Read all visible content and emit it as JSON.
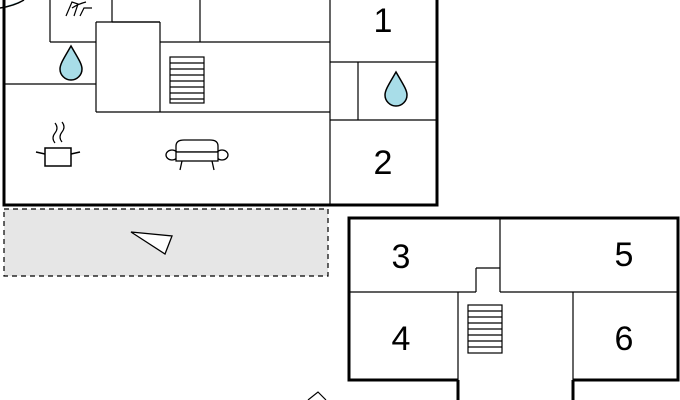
{
  "rooms": {
    "room_1": "1",
    "room_2": "2",
    "room_3": "3",
    "room_4": "4",
    "room_5": "5",
    "room_6": "6"
  },
  "icons": {
    "bath": "bathtub-icon",
    "water_1": "water-drop-icon",
    "water_2": "water-drop-icon",
    "stairs_1": "stairs-icon",
    "stairs_2": "stairs-icon",
    "cooking": "cooking-pot-icon",
    "sofa": "sofa-icon",
    "terrace_arrow": "direction-arrow-icon",
    "compass": "compass-icon"
  },
  "colors": {
    "water": "#a8dde8",
    "terrace": "#e6e6e6"
  }
}
